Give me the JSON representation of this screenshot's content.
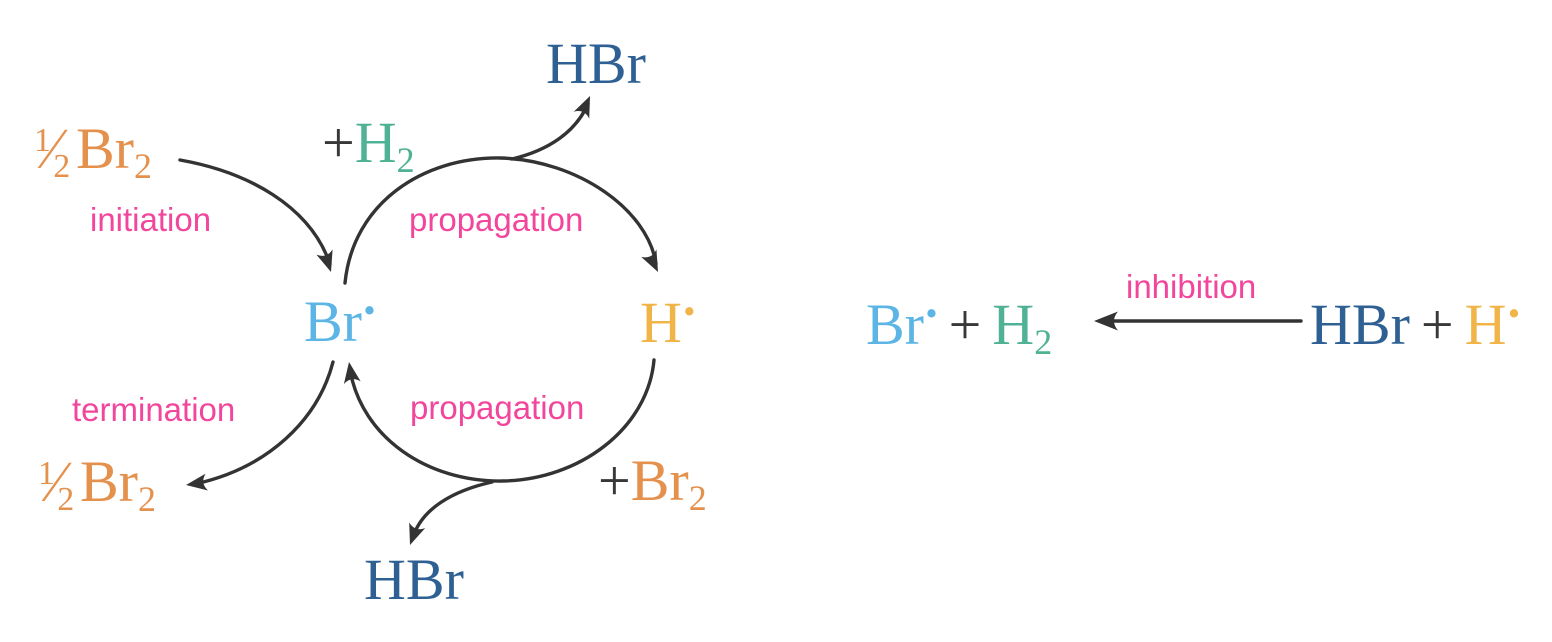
{
  "colors": {
    "bromine_orange": "#e5914e",
    "hydrogen_teal": "#4fb294",
    "hbr_dark_blue": "#2e6093",
    "br_radical_light_blue": "#5cb5e5",
    "h_radical_gold": "#f0b449",
    "step_label_pink": "#f2459c",
    "arrow_dark": "#333333"
  },
  "cycle": {
    "initiation": {
      "label": "initiation",
      "reactant": {
        "frac_num": "1",
        "frac_slash": "⁄",
        "frac_den": "2",
        "base": "Br",
        "sub": "2"
      }
    },
    "propagation_top": {
      "label": "propagation",
      "coreactant": {
        "plus": "+",
        "base": "H",
        "sub": "2"
      },
      "product": "HBr"
    },
    "br_radical": {
      "base": "Br",
      "dot": "•"
    },
    "h_radical": {
      "base": "H",
      "dot": "•"
    },
    "propagation_bottom": {
      "label": "propagation",
      "coreactant": {
        "plus": "+",
        "base": "Br",
        "sub": "2"
      },
      "product": "HBr"
    },
    "termination": {
      "label": "termination",
      "product": {
        "frac_num": "1",
        "frac_slash": "⁄",
        "frac_den": "2",
        "base": "Br",
        "sub": "2"
      }
    }
  },
  "inhibition": {
    "label": "inhibition",
    "product_side": {
      "br_radical": {
        "base": "Br",
        "dot": "•"
      },
      "plus": "+",
      "h2": {
        "base": "H",
        "sub": "2"
      }
    },
    "reactant_side": {
      "hbr": "HBr",
      "plus": "+",
      "h_radical": {
        "base": "H",
        "dot": "•"
      }
    }
  }
}
